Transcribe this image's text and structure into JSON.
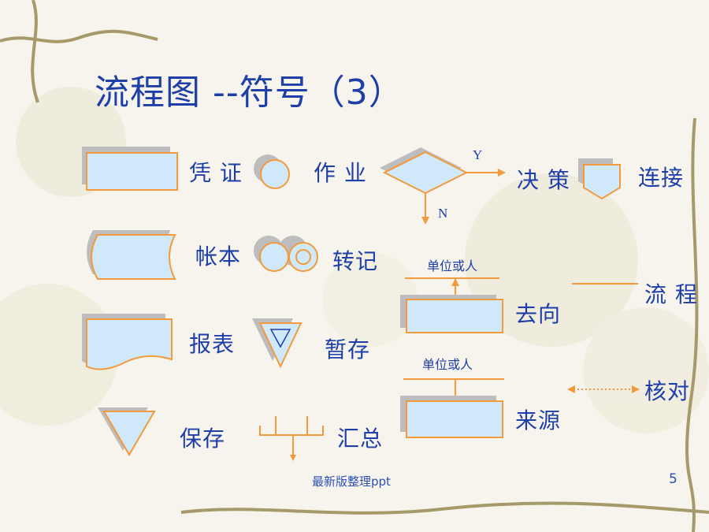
{
  "title": "流程图  --符号（3）",
  "symbols": {
    "voucher": "凭 证",
    "operation": "作 业",
    "decision": "决 策",
    "connector": "连接",
    "ledger": "帐本",
    "transfer": "转记",
    "report": "报表",
    "temp_store": "暂存",
    "store": "保存",
    "summary": "汇总",
    "destination": "去向",
    "flow": "流 程",
    "check": "核对",
    "source": "来源"
  },
  "decision_yes": "Y",
  "decision_no": "N",
  "unit_label_top": "单位或人",
  "unit_label_bottom": "单位或人",
  "footer": "最新版整理ppt",
  "page_number": "5",
  "colors": {
    "stroke": "#f39a3c",
    "fill": "#cfe9fb",
    "shadow": "#bdbdbd",
    "text": "#1f3fa8"
  }
}
